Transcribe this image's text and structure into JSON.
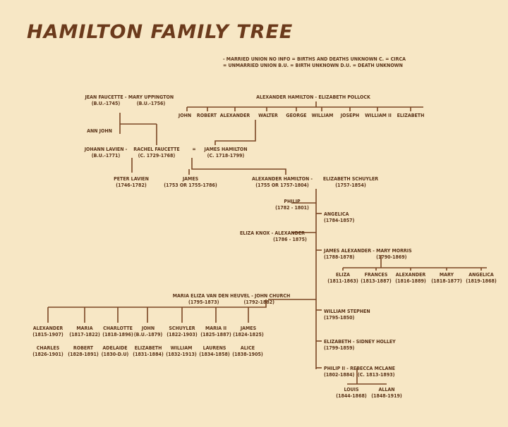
{
  "title": "HAMILTON FAMILY TREE",
  "legend": {
    "line1": "- MARRIED UNION      NO INFO = BIRTHS AND DEATHS UNKNOWN   C. = CIRCA",
    "line2": "= UNMARRIED UNION    B.U. = BIRTH UNKNOWN  D.U. = DEATH UNKNOWN"
  },
  "people": {
    "jean_faucette": {
      "name": "JEAN FAUCETTE -",
      "dates": "(B.U.-1745)"
    },
    "mary_uppington": {
      "name": "MARY UPPINGTON",
      "dates": "(B.U.-1756)"
    },
    "alexander_hamilton_sr": {
      "name": "ALEXANDER HAMILTON - ELIZABETH POLLOCK"
    },
    "ann_john": {
      "name": "ANN  JOHN"
    },
    "hamilton_siblings": [
      "JOHN",
      "ROBERT",
      "ALEXANDER",
      "WALTER",
      "GEORGE",
      "WILLIAM",
      "JOSEPH",
      "WILLIAM II",
      "ELIZABETH"
    ],
    "johann_lavien": {
      "name": "JOHANN LAVIEN -",
      "dates": "(B.U.-1771)"
    },
    "rachel_faucette": {
      "name": "RACHEL FAUCETTE",
      "dates": "(C. 1729-1768)"
    },
    "equals": "=",
    "james_hamilton": {
      "name": "JAMES HAMILTON",
      "dates": "(C. 1718-1799)"
    },
    "peter_lavien": {
      "name": "PETER LAVIEN",
      "dates": "(1746-1782)"
    },
    "james": {
      "name": "JAMES",
      "dates": "(1753 OR 1755-1786)"
    },
    "alexander_hamilton": {
      "name": "ALEXANDER HAMILTON -",
      "dates": "(1755 OR 1757-1804)"
    },
    "elizabeth_schuyler": {
      "name": "ELIZABETH SCHUYLER",
      "dates": "(1757-1854)"
    },
    "philip": {
      "name": "PHILIP",
      "dates": "(1782 - 1801)"
    },
    "angelica": {
      "name": "ANGELICA",
      "dates": "(1784-1857)"
    },
    "eliza_knox": {
      "name": "ELIZA KNOX - ALEXANDER",
      "dates": "(1786 - 1875)"
    },
    "james_alexander": {
      "name": "JAMES ALEXANDER - MARY MORRIS",
      "dates": "(1788-1878)",
      "dates2": "(1790-1869)"
    },
    "ja_children": [
      {
        "name": "ELIZA",
        "dates": "(1811-1863)"
      },
      {
        "name": "FRANCES",
        "dates": "(1813-1887)"
      },
      {
        "name": "ALEXANDER",
        "dates": "(1816-1889)"
      },
      {
        "name": "MARY",
        "dates": "(1818-1877)"
      },
      {
        "name": "ANGELICA",
        "dates": "(1819-1868)"
      }
    ],
    "maria_eliza": {
      "name": "MARIA ELIZA VAN DEN HEUVEL - JOHN CHURCH",
      "dates": "(1795-1873)",
      "dates2": "(1792-1882)"
    },
    "jc_children_row1": [
      {
        "name": "ALEXANDER",
        "dates": "(1815-1907)"
      },
      {
        "name": "MARIA",
        "dates": "(1817-1822)"
      },
      {
        "name": "CHARLOTTE",
        "dates": "(1818-1896)"
      },
      {
        "name": "JOHN",
        "dates": "(B.U.-1879)"
      },
      {
        "name": "SCHUYLER",
        "dates": "(1822-1903)"
      },
      {
        "name": "MARIA II",
        "dates": "(1825-1887)"
      },
      {
        "name": "JAMES",
        "dates": "(1824-1825)"
      }
    ],
    "jc_children_row2": [
      {
        "name": "CHARLES",
        "dates": "(1826-1901)"
      },
      {
        "name": "ROBERT",
        "dates": "(1828-1891)"
      },
      {
        "name": "ADELAIDE",
        "dates": "(1830-D.U)"
      },
      {
        "name": "ELIZABETH",
        "dates": "(1831-1884)"
      },
      {
        "name": "WILLIAM",
        "dates": "(1832-1913)"
      },
      {
        "name": "LAURENS",
        "dates": "(1834-1858)"
      },
      {
        "name": "ALICE",
        "dates": "(1838-1905)"
      }
    ],
    "william_stephen": {
      "name": "WILLIAM STEPHEN",
      "dates": "(1795-1850)"
    },
    "elizabeth_holley": {
      "name": "ELIZABETH -  SIDNEY HOLLEY",
      "dates": "(1799-1859)"
    },
    "philip_ii": {
      "name": "PHILIP II - REBECCA MCLANE",
      "dates": "(1802-1884)",
      "dates2": "(C. 1813-1893)"
    },
    "ph_children": [
      {
        "name": "LOUIS",
        "dates": "(1844-1868)"
      },
      {
        "name": "ALLAN",
        "dates": "(1848-1919)"
      }
    ]
  }
}
